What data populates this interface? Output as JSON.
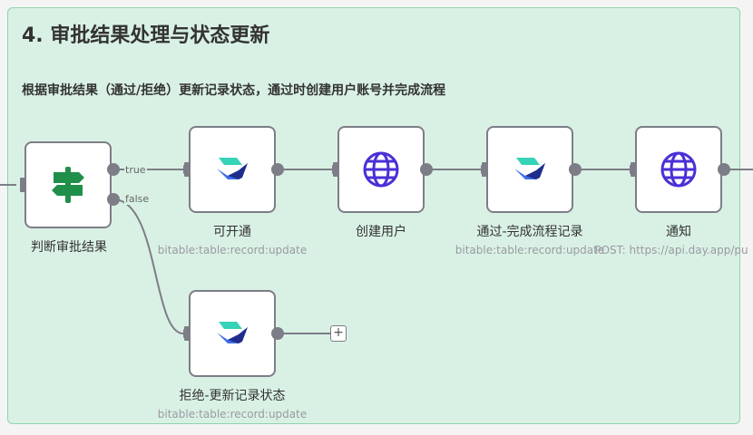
{
  "sticky": {
    "title": "4. 审批结果处理与状态更新",
    "description": "根据审批结果（通过/拒绝）更新记录状态，通过时创建用户账号并完成流程"
  },
  "nodes": {
    "judge": {
      "name": "判断审批结果",
      "icon": "signpost-icon"
    },
    "can_open": {
      "name": "可开通",
      "subtitle": "bitable:table:record:update",
      "icon": "lark-base-icon"
    },
    "create_user": {
      "name": "创建用户",
      "subtitle": "",
      "icon": "globe-icon"
    },
    "pass_complete": {
      "name": "通过-完成流程记录",
      "subtitle": "bitable:table:record:update",
      "icon": "lark-base-icon"
    },
    "notify": {
      "name": "通知",
      "subtitle": "POST: https://api.day.app/pu",
      "icon": "globe-icon"
    },
    "reject_update": {
      "name": "拒绝-更新记录状态",
      "subtitle": "bitable:table:record:update",
      "icon": "lark-base-icon"
    }
  },
  "branches": {
    "true_label": "true",
    "false_label": "false"
  },
  "add_button": {
    "label": "+"
  },
  "colors": {
    "sticky_bg": "#d9f1e4",
    "sticky_border": "#8fd4ad",
    "connector": "#7d7d87",
    "signpost_green": "#1f8f4a",
    "globe_purple": "#4b2fd6",
    "lark_teal": "#35d3b7",
    "lark_blue": "#3c6fe8",
    "lark_navy": "#1e2d8c"
  }
}
